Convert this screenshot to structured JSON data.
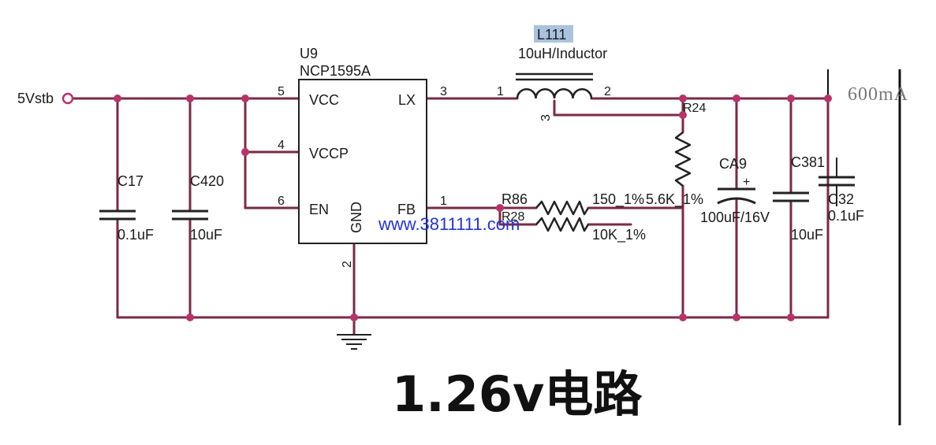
{
  "colors": {
    "wire": "#7a2a45",
    "junction": "#b8336a",
    "part": "#222222",
    "watermark": "#2233dd"
  },
  "labels": {
    "input_net": "5Vstb",
    "ic_ref": "U9",
    "ic_part": "NCP1595A",
    "pin_vcc": "VCC",
    "pin_vccp": "VCCP",
    "pin_en": "EN",
    "pin_gnd": "GND",
    "pin_lx": "LX",
    "pin_fb": "FB",
    "pin_num_vcc": "5",
    "pin_num_vccp": "4",
    "pin_num_en": "6",
    "pin_num_gnd": "2",
    "pin_num_lx": "3",
    "pin_num_fb": "1",
    "inductor_ref": "L111",
    "inductor_value": "10uH/Inductor",
    "inductor_pin1": "1",
    "inductor_pin2": "2",
    "inductor_pin3": "3",
    "c17_ref": "C17",
    "c17_value": "0.1uF",
    "c420_ref": "C420",
    "c420_value": "10uF",
    "r24_ref": "R24",
    "r24_value": "5.6K_1%",
    "r86_ref": "R86",
    "r86_value": "150_1%",
    "r28_ref": "R28",
    "r28_value": "10K_1%",
    "ca9_ref": "CA9",
    "ca9_value": "100uF/16V",
    "ca9_polarity": "+",
    "c381_ref": "C381",
    "c381_value": "10uF",
    "c32_ref": "C32",
    "c32_value": "0.1uF",
    "current": "600mA",
    "watermark": "www.3811111.com",
    "title": "1.26v电路"
  }
}
